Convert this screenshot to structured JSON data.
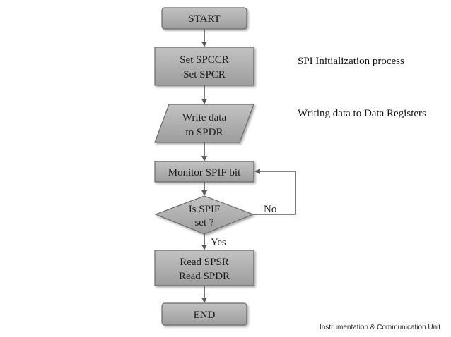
{
  "flowchart": {
    "start": "START",
    "init": [
      "Set SPCCR",
      "Set SPCR"
    ],
    "write": [
      "Write data",
      "to SPDR"
    ],
    "monitor": "Monitor SPIF bit",
    "decision": [
      "Is SPIF",
      "set ?"
    ],
    "read": [
      "Read SPSR",
      "Read SPDR"
    ],
    "end": "END",
    "label_no": "No",
    "label_yes": "Yes"
  },
  "notes": {
    "init": "SPI Initialization process",
    "write": "Writing data to Data Registers"
  },
  "footer": "Instrumentation & Communication Unit",
  "colors": {
    "shape_fill": "#a6a6a6",
    "shape_fill_light": "#bdbdbd",
    "shape_stroke": "#6b6b6b",
    "connector": "#5a5a5a",
    "text": "#1a1a1a"
  }
}
